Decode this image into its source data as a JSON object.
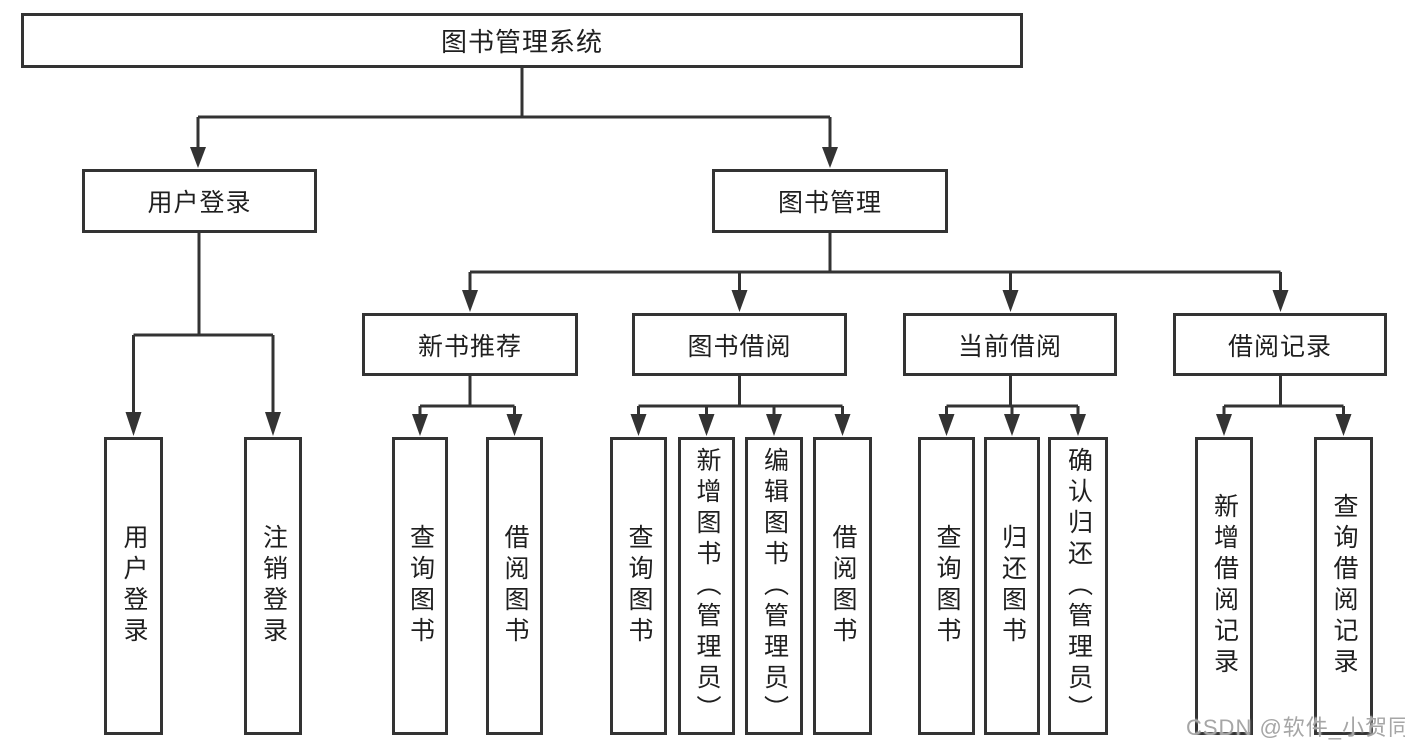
{
  "tree": {
    "root": "图书管理系统",
    "level2": [
      {
        "label": "用户登录"
      },
      {
        "label": "图书管理"
      }
    ],
    "level3": [
      {
        "label": "新书推荐"
      },
      {
        "label": "图书借阅"
      },
      {
        "label": "当前借阅"
      },
      {
        "label": "借阅记录"
      }
    ],
    "leafGroups": [
      {
        "parent": "用户登录",
        "items": [
          "用户登录",
          "注销登录"
        ]
      },
      {
        "parent": "新书推荐",
        "items": [
          "查询图书",
          "借阅图书"
        ]
      },
      {
        "parent": "图书借阅",
        "items": [
          "查询图书",
          "新增图书（管理员）",
          "编辑图书（管理员）",
          "借阅图书"
        ]
      },
      {
        "parent": "当前借阅",
        "items": [
          "查询图书",
          "归还图书",
          "确认归还（管理员）"
        ]
      },
      {
        "parent": "借阅记录",
        "items": [
          "新增借阅记录",
          "查询借阅记录"
        ]
      }
    ]
  },
  "watermark": {
    "text": "CSDN @软件_小贺同学",
    "color": "#a6a6a6"
  },
  "colors": {
    "line": "#333333",
    "text": "#1f1f1f",
    "background": "#ffffff"
  }
}
